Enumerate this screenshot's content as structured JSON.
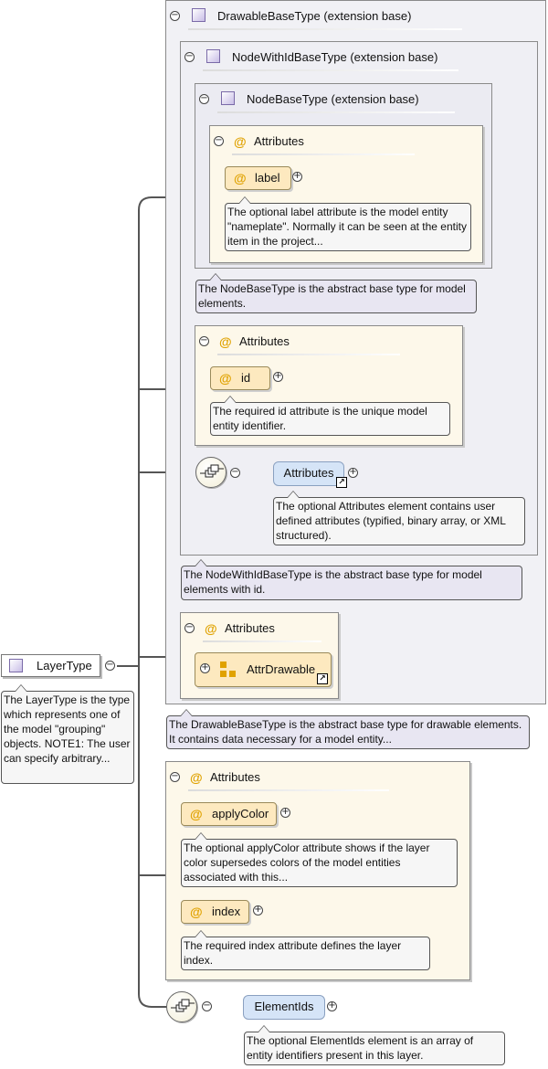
{
  "root": {
    "name": "LayerType",
    "note": "The LayerType is the type which represents one of the model \"grouping\" objects. NOTE1: The user can specify arbitrary..."
  },
  "drawable": {
    "title": "DrawableBaseType (extension base)",
    "note": "The DrawableBaseType is the abstract base type for drawable elements. It contains data necessary for a model entity..."
  },
  "nodeWithId": {
    "title": "NodeWithIdBaseType (extension base)",
    "note": "The NodeWithIdBaseType is the abstract base type for model elements with id."
  },
  "nodeBase": {
    "title": "NodeBaseType (extension base)",
    "note": "The NodeBaseType is the abstract base type for model elements.",
    "attributes": {
      "title": "Attributes",
      "label": {
        "name": "label",
        "note": "The optional label attribute is the model entity \"nameplate\". Normally it can be seen at the entity item in the project..."
      }
    }
  },
  "idAttributes": {
    "title": "Attributes",
    "id": {
      "name": "id",
      "note": "The required id attribute is the unique model entity identifier."
    }
  },
  "attributesElement": {
    "name": "Attributes",
    "note": "The optional Attributes element contains user defined attributes (typified, binary array, or XML structured)."
  },
  "drawableAttributes": {
    "title": "Attributes",
    "group": "AttrDrawable"
  },
  "layerAttributes": {
    "title": "Attributes",
    "applyColor": {
      "name": "applyColor",
      "note": "The optional applyColor attribute shows if the layer color supersedes colors of the model entities associated with this..."
    },
    "index": {
      "name": "index",
      "note": "The required index attribute defines the layer index."
    }
  },
  "elementIds": {
    "name": "ElementIds",
    "note": "The optional ElementIds element is an array of entity identifiers present in this layer."
  },
  "icons": {
    "at": "@",
    "collapse": "⊖",
    "expand": "⊕",
    "link": "↗"
  }
}
